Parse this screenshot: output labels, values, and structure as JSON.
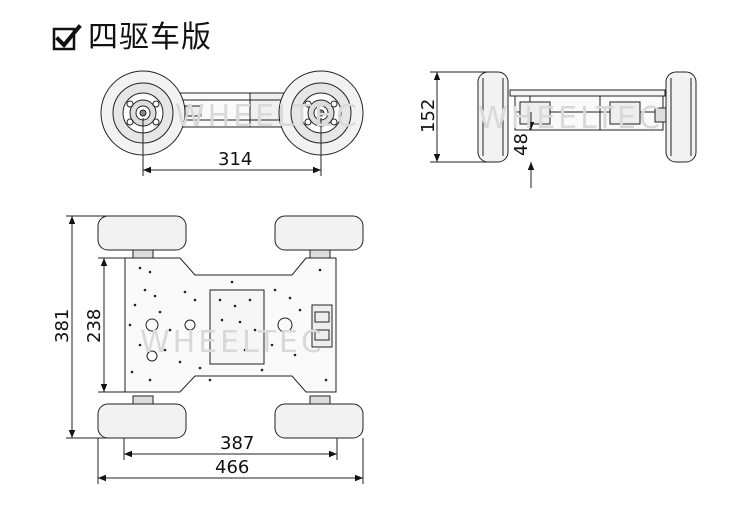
{
  "title": {
    "icon": "checkbox-checked-icon",
    "text": "四驱车版"
  },
  "watermark": "WHEELTEC",
  "views": {
    "front": {
      "width_dim": "314"
    },
    "side": {
      "height_dim": "152",
      "clearance_dim": "48"
    },
    "top": {
      "chassis_length_dim": "238",
      "overall_length_dim": "381",
      "chassis_width_dim": "387",
      "overall_width_dim": "466"
    }
  },
  "colors": {
    "line": "#222222",
    "tire": "#f2f2f2",
    "watermark": "#d9d9d9"
  }
}
